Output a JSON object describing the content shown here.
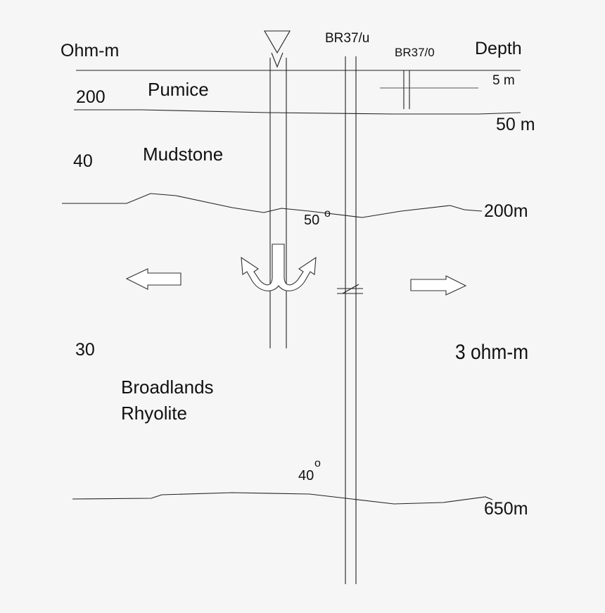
{
  "header": {
    "resistivity_label": "Ohm-m",
    "depth_label": "Depth",
    "well_1": "BR37/u",
    "well_2": "BR37/0"
  },
  "layers": [
    {
      "resistivity": "200",
      "name": "Pumice"
    },
    {
      "resistivity": "40",
      "name": "Mudstone"
    },
    {
      "resistivity": "30",
      "name_line1": "Broadlands",
      "name_line2": "Rhyolite"
    }
  ],
  "depths": [
    "5 m",
    "50 m",
    "200m",
    "650m"
  ],
  "dip_angles": [
    {
      "value": "50",
      "unit": "o"
    },
    {
      "value": "40",
      "unit": "o"
    }
  ],
  "right_resistivity": "3 ohm-m",
  "colors": {
    "background": "#f6f6f6",
    "line": "#222222",
    "text": "#111111"
  }
}
